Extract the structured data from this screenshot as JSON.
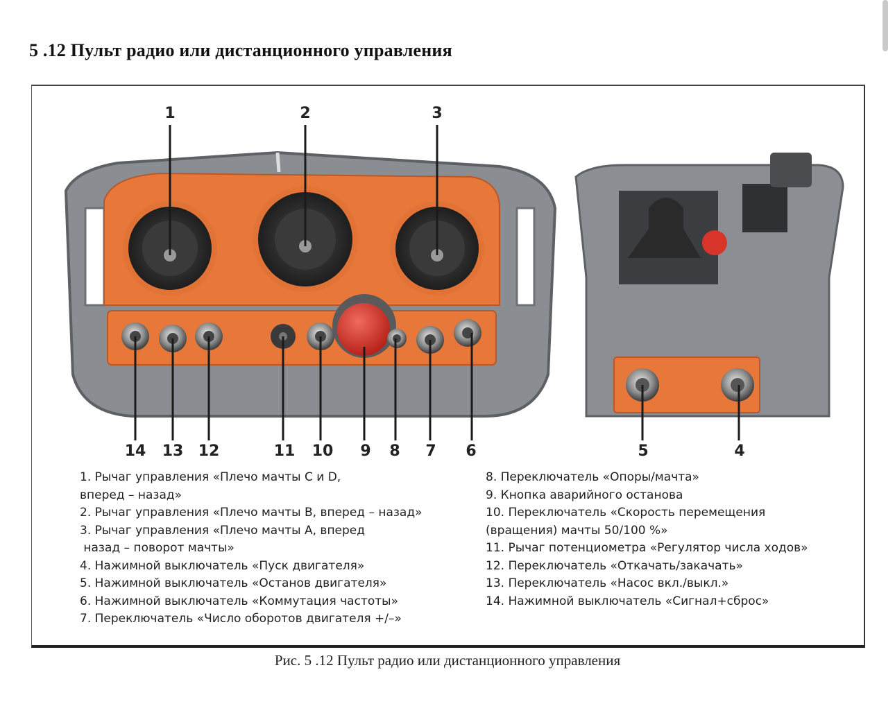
{
  "section_title": "5 .12 Пульт радио или дистанционного управления",
  "callouts_top": [
    "1",
    "2",
    "3"
  ],
  "callouts_bottom_left": [
    "14",
    "13",
    "12",
    "11",
    "10",
    "9",
    "8",
    "7",
    "6"
  ],
  "callouts_bottom_right": [
    "5",
    "4"
  ],
  "legend_left": [
    "1. Рычаг управления «Плечо мачты С и D,",
    "вперед – назад»",
    "2. Рычаг управления «Плечо мачты В, вперед – назад»",
    "3. Рычаг управления «Плечо мачты А, вперед",
    " назад – поворот мачты»",
    "4. Нажимной выключатель «Пуск двигателя»",
    "5. Нажимной выключатель «Останов двигателя»",
    "6. Нажимной выключатель «Коммутация частоты»",
    "7. Переключатель «Число оборотов двигателя +/–»"
  ],
  "legend_right": [
    "8. Переключатель «Опоры/мачта»",
    "9. Кнопка аварийного останова",
    "10. Переключатель «Скорость перемещения",
    "(вращения) мачты 50/100 %»",
    "11. Рычаг потенциометра «Регулятор числа ходов»",
    "12. Переключатель «Откачать/закачать»",
    "13. Переключатель «Насос вкл./выкл.»",
    "14. Нажимной выключатель «Сигнал+сброс»"
  ],
  "caption": "Рис. 5 .12 Пульт радио или дистанционного управления",
  "colors": {
    "orange": "#e8783a",
    "grey": "#7d8085",
    "dark": "#2e2e2e",
    "stop_red": "#d8352a"
  }
}
